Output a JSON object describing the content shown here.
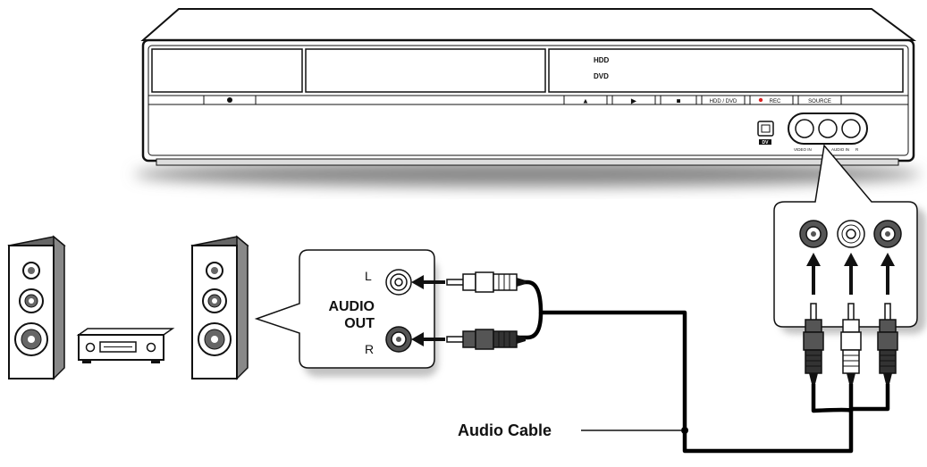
{
  "recorder": {
    "hdd_logo": "HDD",
    "dvd_logo": "DVD",
    "buttons": {
      "eject": "▲",
      "play": "▶",
      "stop": "■",
      "hdd_dvd": "HDD / DVD",
      "rec": "REC",
      "source": "SOURCE"
    },
    "dv_label": "DV",
    "front_jacks": {
      "video_in": "VIDEO IN",
      "l": "L",
      "audio_in": "AUDIO IN",
      "r": "R"
    }
  },
  "audio_out_panel": {
    "l_label": "L",
    "title_line1": "AUDIO",
    "title_line2": "OUT",
    "r_label": "R"
  },
  "cable_label": "Audio Cable",
  "colors": {
    "line": "#111111",
    "cable": "#000000",
    "white_plug": "#ffffff",
    "red_plug_gray": "#4a4a4a",
    "panel_bg": "#ffffff"
  }
}
